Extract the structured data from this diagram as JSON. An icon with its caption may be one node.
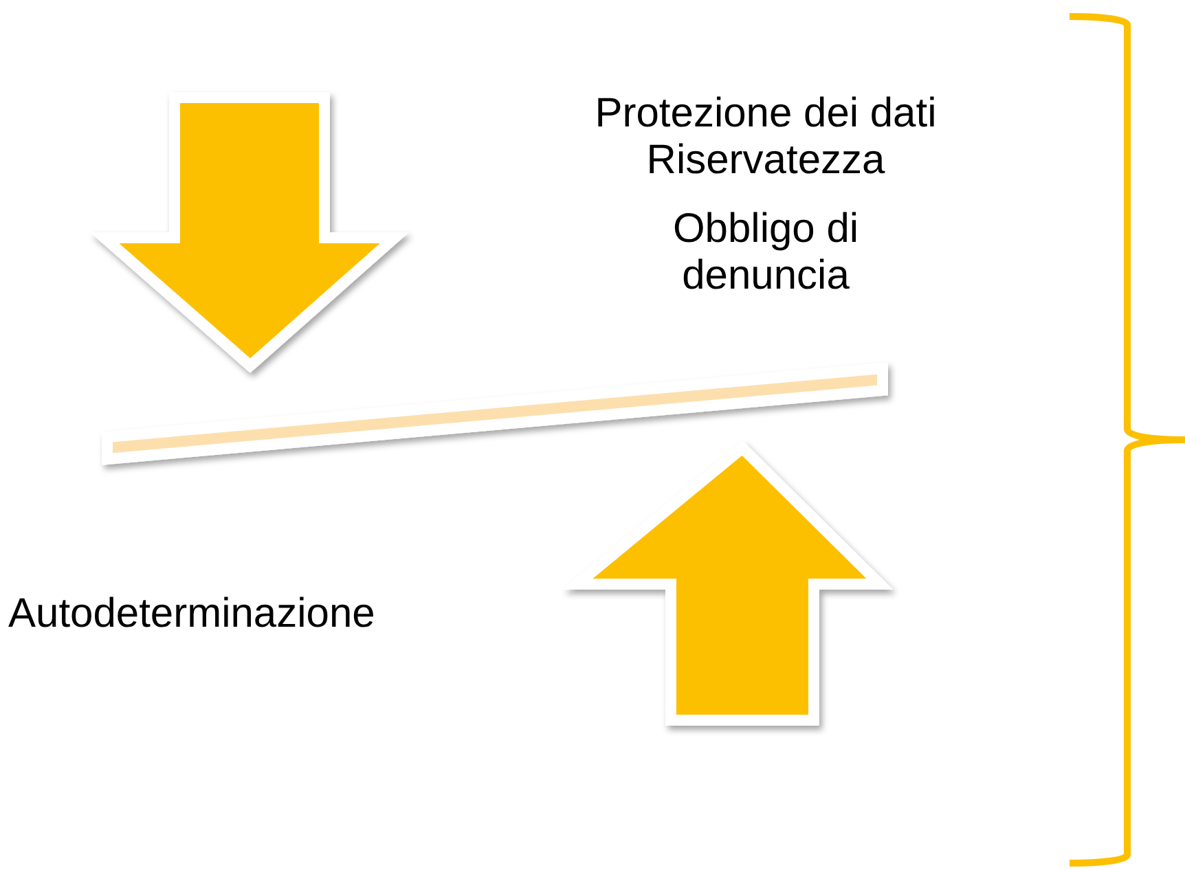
{
  "diagram": {
    "labels": [
      "Protezione dei dati",
      "Riservatezza",
      "Obbligo di denuncia",
      "Autodeterminazione"
    ]
  }
}
